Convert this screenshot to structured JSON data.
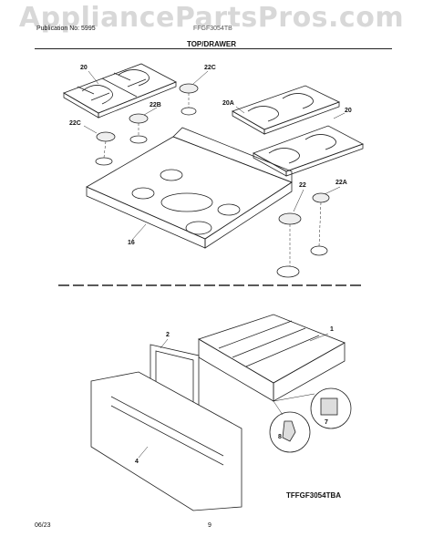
{
  "header": {
    "watermark": "AppliancePartsPros.com",
    "publication": "Publication No: 5995",
    "model": "FFGF3054TB",
    "section_title": "TOP/DRAWER"
  },
  "callouts": {
    "grate_left": "20",
    "cap_22c_top": "22C",
    "cap_22b": "22B",
    "cap_22c_left": "22C",
    "grate_right_a": "20A",
    "grate_right": "20",
    "cap_22": "22",
    "cap_22a": "22A",
    "cooktop": "16",
    "drawer": "1",
    "liner": "2",
    "panel": "4",
    "clip_7": "7",
    "clip_8": "8"
  },
  "footer": {
    "diagram_code": "TFFGF3054TBA",
    "date": "06/23",
    "page_number": "9"
  }
}
